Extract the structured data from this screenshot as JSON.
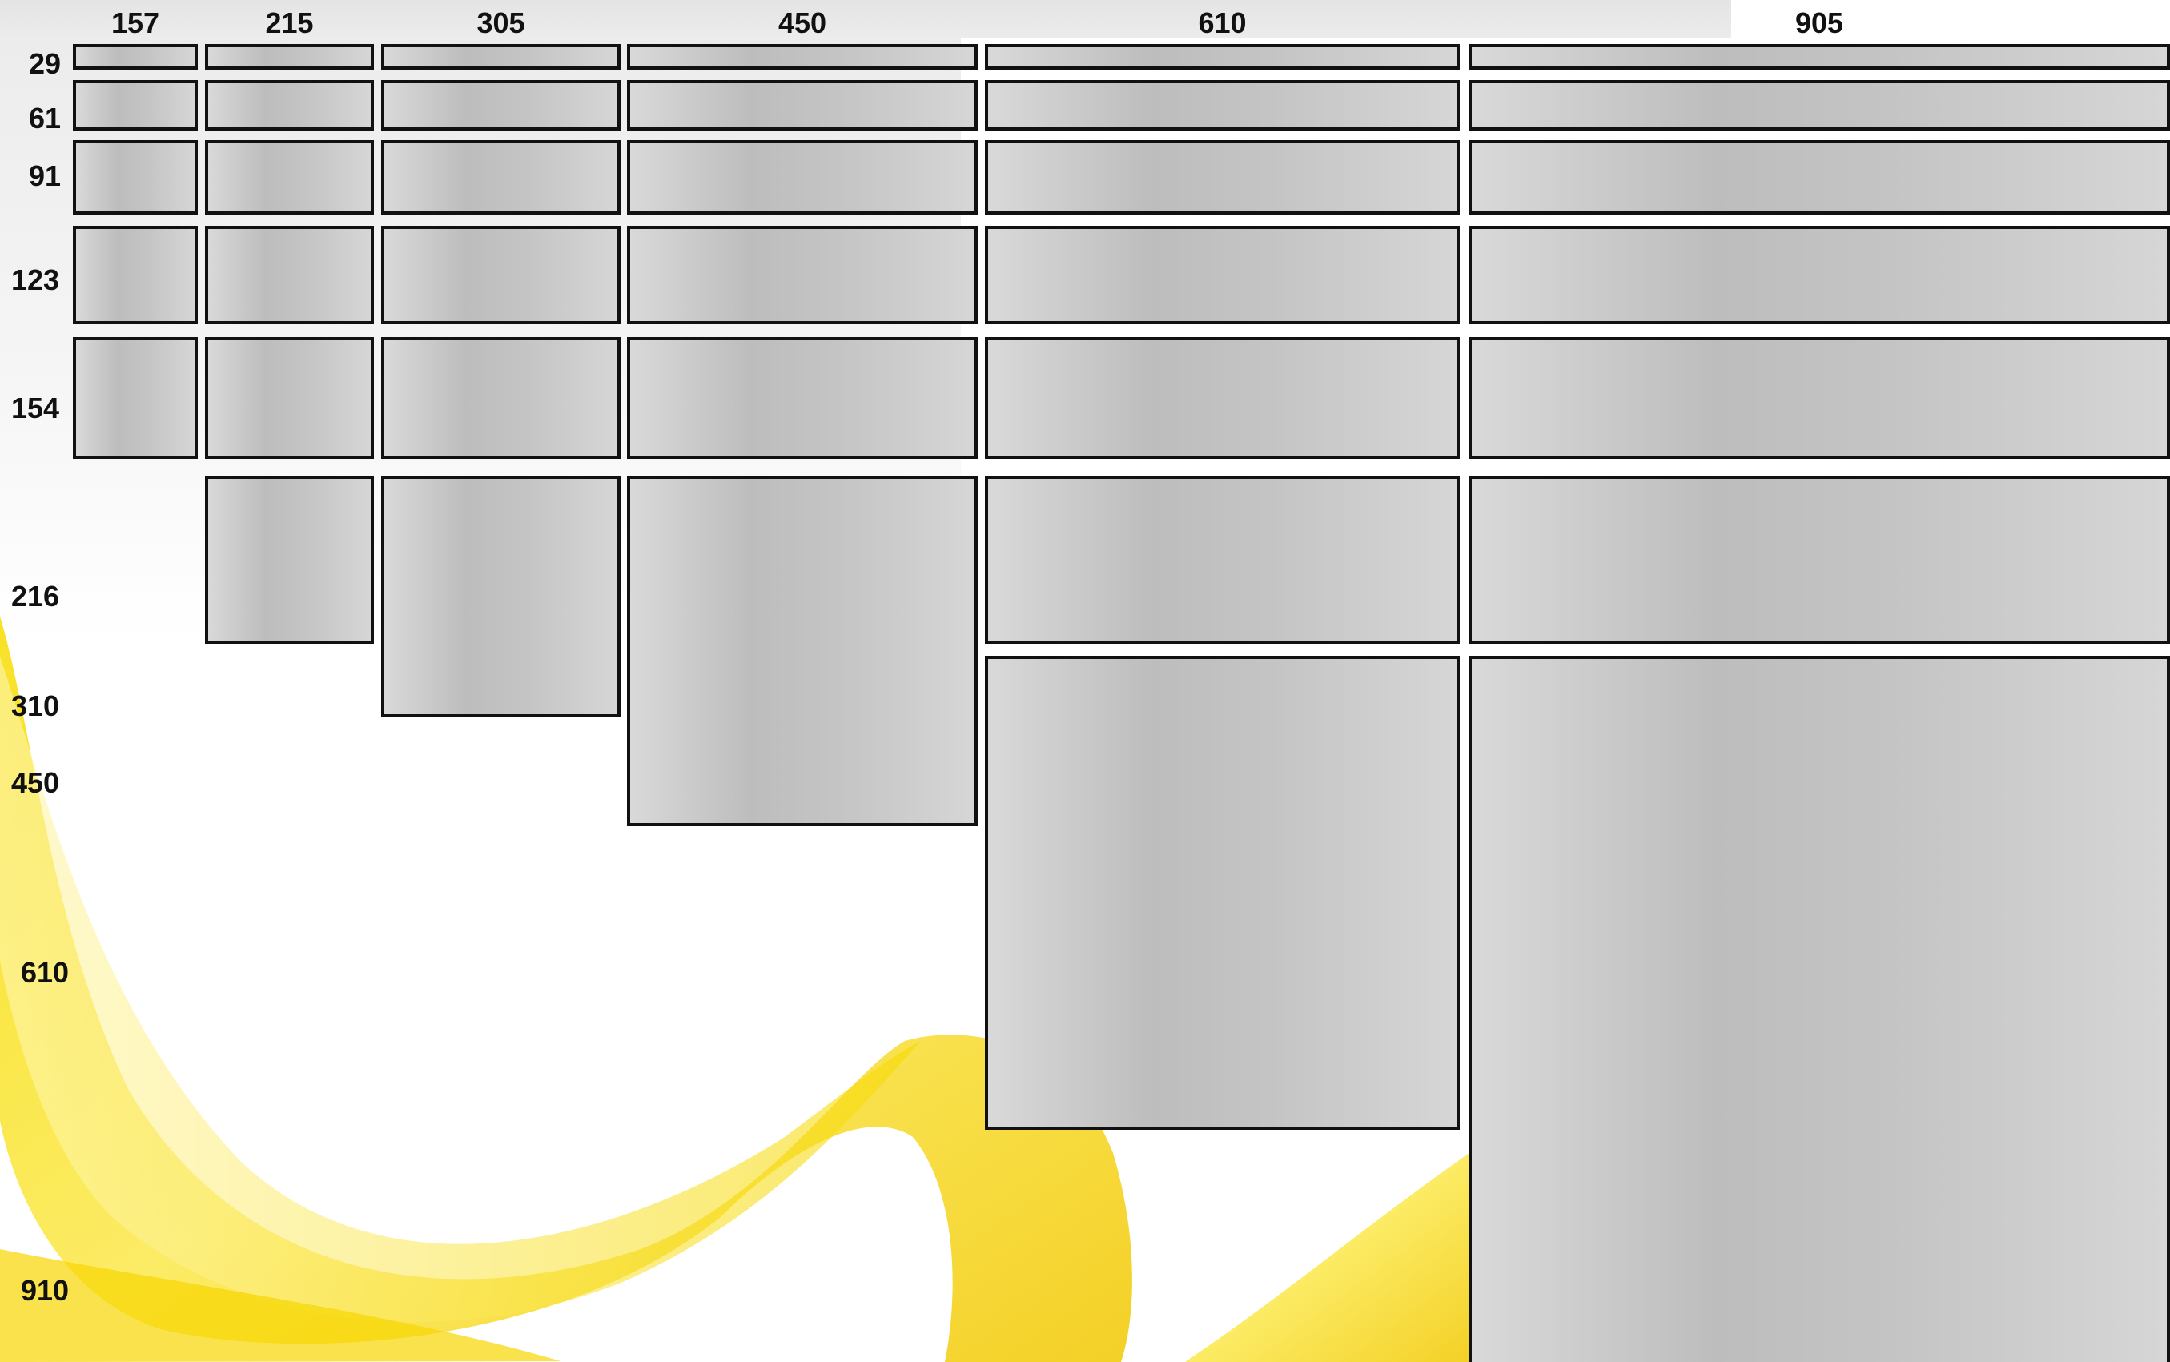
{
  "chart_data": {
    "type": "table",
    "title": "",
    "columns": [
      "157",
      "215",
      "305",
      "450",
      "610",
      "905"
    ],
    "rows": [
      "29",
      "61",
      "91",
      "123",
      "154",
      "216",
      "310",
      "450",
      "610",
      "910"
    ],
    "grid": [
      [
        true,
        true,
        true,
        true,
        true,
        true
      ],
      [
        true,
        true,
        true,
        true,
        true,
        true
      ],
      [
        true,
        true,
        true,
        true,
        true,
        true
      ],
      [
        true,
        true,
        true,
        true,
        true,
        true
      ],
      [
        true,
        true,
        true,
        true,
        true,
        true
      ],
      [
        false,
        true,
        false,
        false,
        true,
        true
      ],
      [
        false,
        false,
        true,
        false,
        false,
        false
      ],
      [
        false,
        false,
        false,
        true,
        false,
        false
      ],
      [
        false,
        false,
        false,
        false,
        true,
        false
      ],
      [
        false,
        false,
        false,
        false,
        false,
        true
      ]
    ]
  },
  "colors": {
    "tile_fill": "#c6c6c6",
    "tile_border": "#111111",
    "background": "#ffffff",
    "wave": "#f5d800"
  },
  "decoration": "yellow-wave-background"
}
